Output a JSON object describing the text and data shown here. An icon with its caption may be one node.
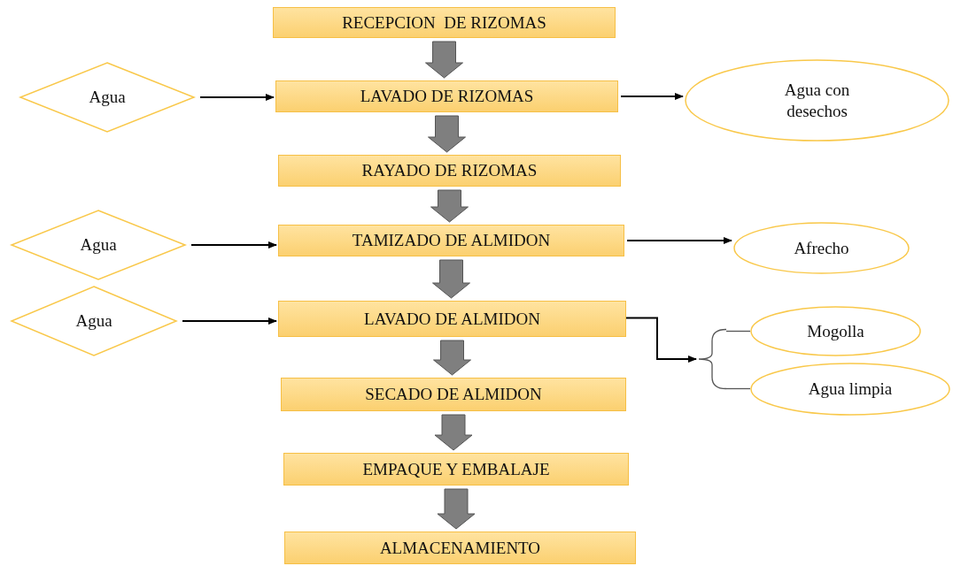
{
  "diagram": {
    "nodes": [
      {
        "text": [
          "RECEPCION  DE RIZOMAS"
        ]
      },
      {
        "text": [
          "Agua"
        ]
      },
      {
        "text": [
          "LAVADO DE RIZOMAS"
        ]
      },
      {
        "text": [
          "Agua con desechos"
        ]
      },
      {
        "text": [
          "RAYADO DE RIZOMAS"
        ]
      },
      {
        "text": [
          "Agua"
        ]
      },
      {
        "text": [
          "TAMIZADO DE ALMIDON"
        ]
      },
      {
        "text": [
          "Afrecho"
        ]
      },
      {
        "text": [
          "Agua"
        ]
      },
      {
        "text": [
          "LAVADO DE ALMIDON"
        ]
      },
      {
        "text": [],
        "shape": "bracket"
      },
      {
        "text": [
          "Mogolla"
        ]
      },
      {
        "text": [
          "Agua limpia"
        ]
      },
      {
        "text": [
          "SECADO DE ALMIDON"
        ]
      },
      {
        "text": [
          "EMPAQUE Y EMBALAJE"
        ]
      },
      {
        "text": [
          "ALMACENAMIENTO"
        ]
      }
    ],
    "edges": [
      {
        "from": 0,
        "to": 2,
        "arrow": "to",
        "style": "thick",
        "color": "#7f7f7f"
      },
      {
        "from": 1,
        "to": 2,
        "arrow": "to"
      },
      {
        "from": 2,
        "to": 3,
        "arrow": "to"
      },
      {
        "from": 2,
        "to": 4,
        "arrow": "to",
        "style": "thick",
        "color": "#7f7f7f"
      },
      {
        "from": 4,
        "to": 6,
        "arrow": "to",
        "style": "thick",
        "color": "#7f7f7f"
      },
      {
        "from": 5,
        "to": 6,
        "arrow": "to"
      },
      {
        "from": 6,
        "to": 7,
        "arrow": "to"
      },
      {
        "from": 6,
        "to": 9,
        "arrow": "to",
        "style": "thick",
        "color": "#7f7f7f"
      },
      {
        "from": 8,
        "to": 9,
        "arrow": "to"
      },
      {
        "from": 9,
        "to": 10,
        "arrow": "to"
      },
      {
        "from": 10,
        "to": 11,
        "arrow": "none"
      },
      {
        "from": 10,
        "to": 12,
        "arrow": "none"
      },
      {
        "from": 9,
        "to": 13,
        "arrow": "to",
        "style": "thick",
        "color": "#7f7f7f"
      },
      {
        "from": 13,
        "to": 14,
        "arrow": "to",
        "style": "thick",
        "color": "#7f7f7f"
      },
      {
        "from": 14,
        "to": 15,
        "arrow": "to",
        "style": "thick",
        "color": "#7f7f7f"
      }
    ]
  }
}
